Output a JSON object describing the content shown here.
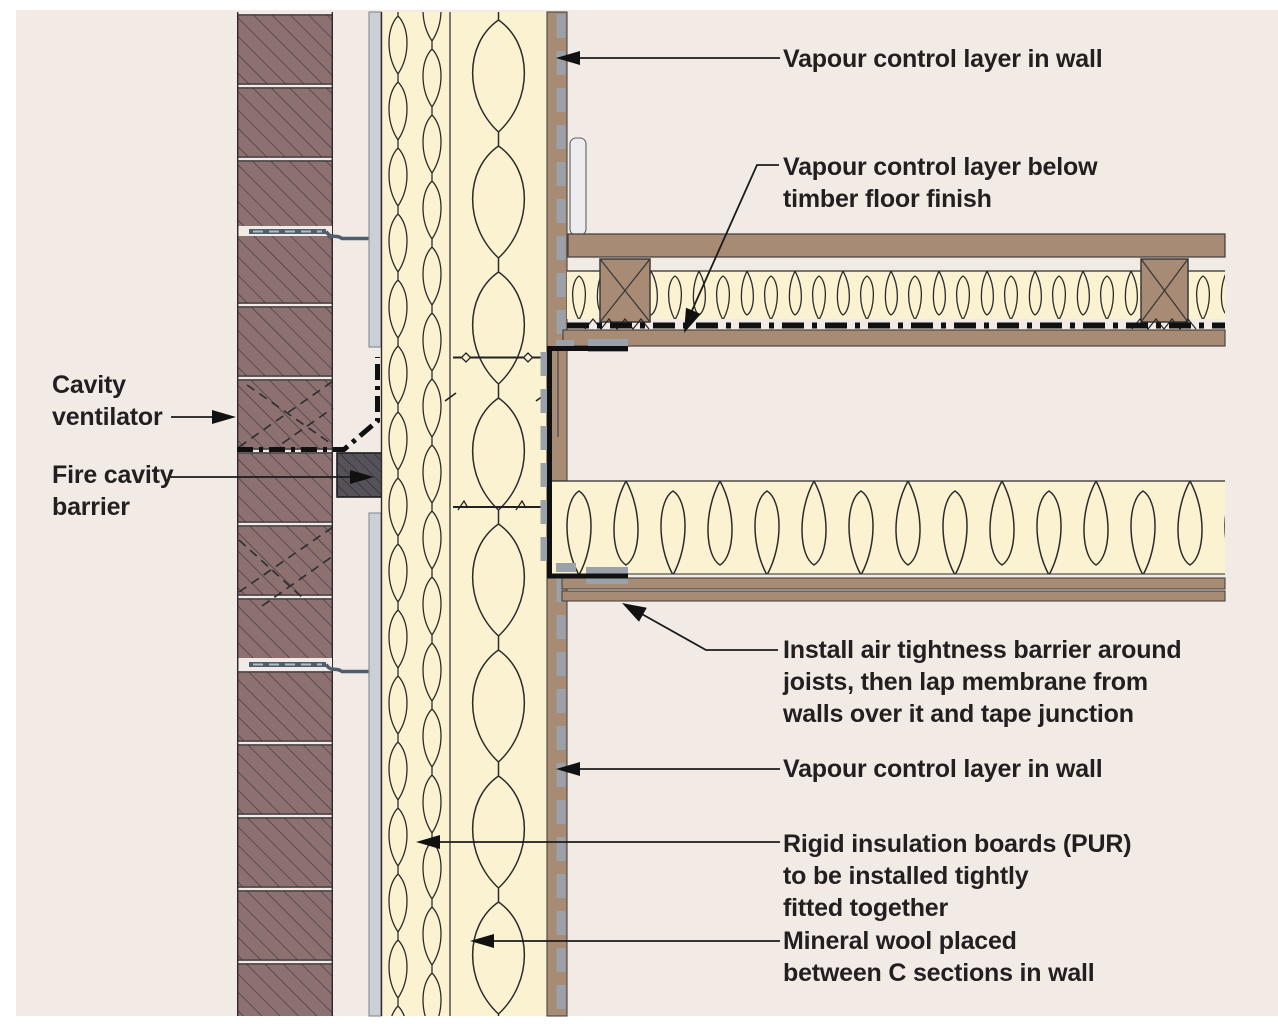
{
  "labels": {
    "vcl_wall_top": "Vapour control layer in wall",
    "vcl_floor": "Vapour control layer below\ntimber floor finish",
    "air_tightness": "Install air tightness barrier around\njoists, then lap membrane from\nwalls over it and tape junction",
    "vcl_wall_lower": "Vapour control layer in wall",
    "rigid_insulation": "Rigid insulation boards (PUR)\nto be installed tightly\nfitted together",
    "mineral_wool": "Mineral wool placed\nbetween C sections in wall",
    "cavity_ventilator": "Cavity\nventilator",
    "fire_cavity_barrier": "Fire cavity\nbarrier"
  },
  "palette": {
    "page": "#ffffff",
    "canvas": "#f2ebe5",
    "brick": "#8d7171",
    "brick_line": "#2e2a31",
    "hatch": "#453c43",
    "insulation": "#fbf2d1",
    "insu_line": "#2b2b2b",
    "board": "#a78b74",
    "board_line": "#4b4340",
    "sheathing": "#cbcfd6",
    "sheathing_line": "#8d9199",
    "tape": "#9aa1a8",
    "tie": "#4e5e6d",
    "tie_light": "#aebccb",
    "fire": "#55525a",
    "black": "#101010",
    "lining": "#ededef",
    "text": "#231f20"
  }
}
